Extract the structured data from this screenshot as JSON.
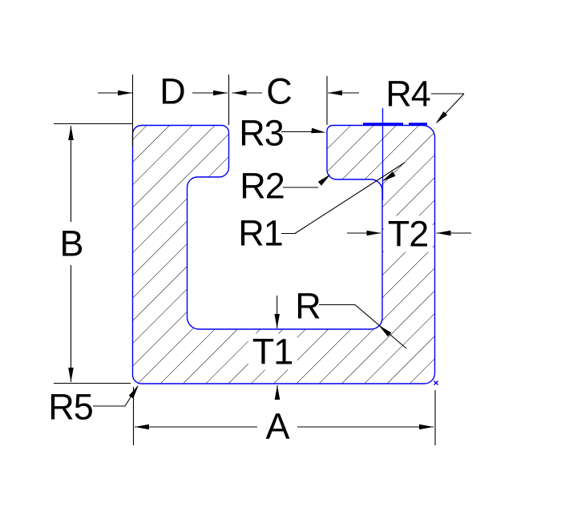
{
  "figure": {
    "type": "cross-section technical drawing of a channel profile",
    "background": "#ffffff",
    "outline_color": "#0000f2",
    "line_color": "#000000",
    "dimension_labels": {
      "A": "A",
      "B": "B",
      "C": "C",
      "D": "D",
      "T1": "T1",
      "T2": "T2",
      "R": "R",
      "R1": "R1",
      "R2": "R2",
      "R3": "R3",
      "R4": "R4",
      "R5": "R5"
    }
  }
}
